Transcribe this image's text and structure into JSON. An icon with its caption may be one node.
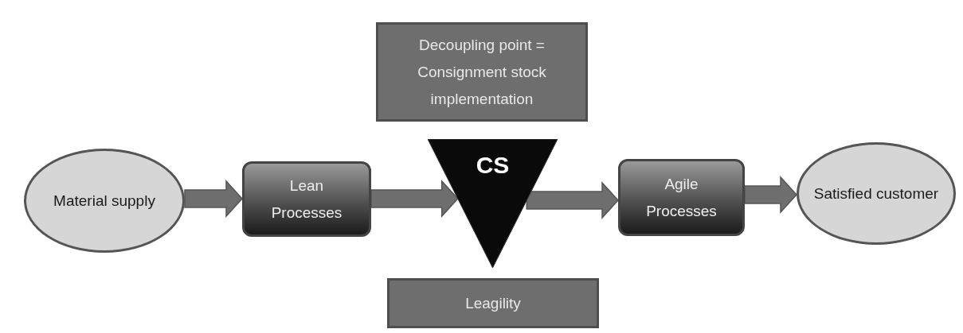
{
  "diagram": {
    "nodes": [
      {
        "text": [
          "Decoupling point = Consignment stock implementation"
        ]
      },
      {
        "text": [
          "Material supply"
        ]
      },
      {
        "text": [
          "Lean Processes"
        ]
      },
      {
        "text": [
          "CS"
        ]
      },
      {
        "text": [
          "Agile Processes"
        ]
      },
      {
        "text": [
          "Satisfied customer"
        ]
      },
      {
        "text": [
          "Leagility"
        ]
      }
    ],
    "edges": [
      {
        "from": 1,
        "to": 2,
        "arrow": "to"
      },
      {
        "from": 2,
        "to": 3,
        "arrow": "to"
      },
      {
        "from": 3,
        "to": 4,
        "arrow": "to"
      },
      {
        "from": 4,
        "to": 5,
        "arrow": "to"
      }
    ]
  }
}
